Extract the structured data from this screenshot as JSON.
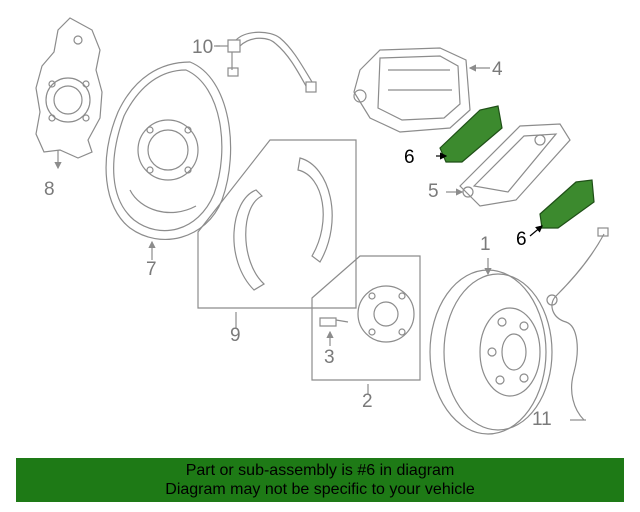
{
  "callouts": {
    "c1": "1",
    "c2": "2",
    "c3": "3",
    "c4": "4",
    "c5": "5",
    "c6a": "6",
    "c6b": "6",
    "c7": "7",
    "c8": "8",
    "c9": "9",
    "c10": "10",
    "c11": "11"
  },
  "highlight_part": "6",
  "colors": {
    "banner": "#1e7a16",
    "highlight": "#3c8a2e",
    "line": "#8c8c8c"
  },
  "banner": {
    "line1": "Part or sub-assembly is #6 in diagram",
    "line2": "Diagram may not be specific to your vehicle"
  }
}
